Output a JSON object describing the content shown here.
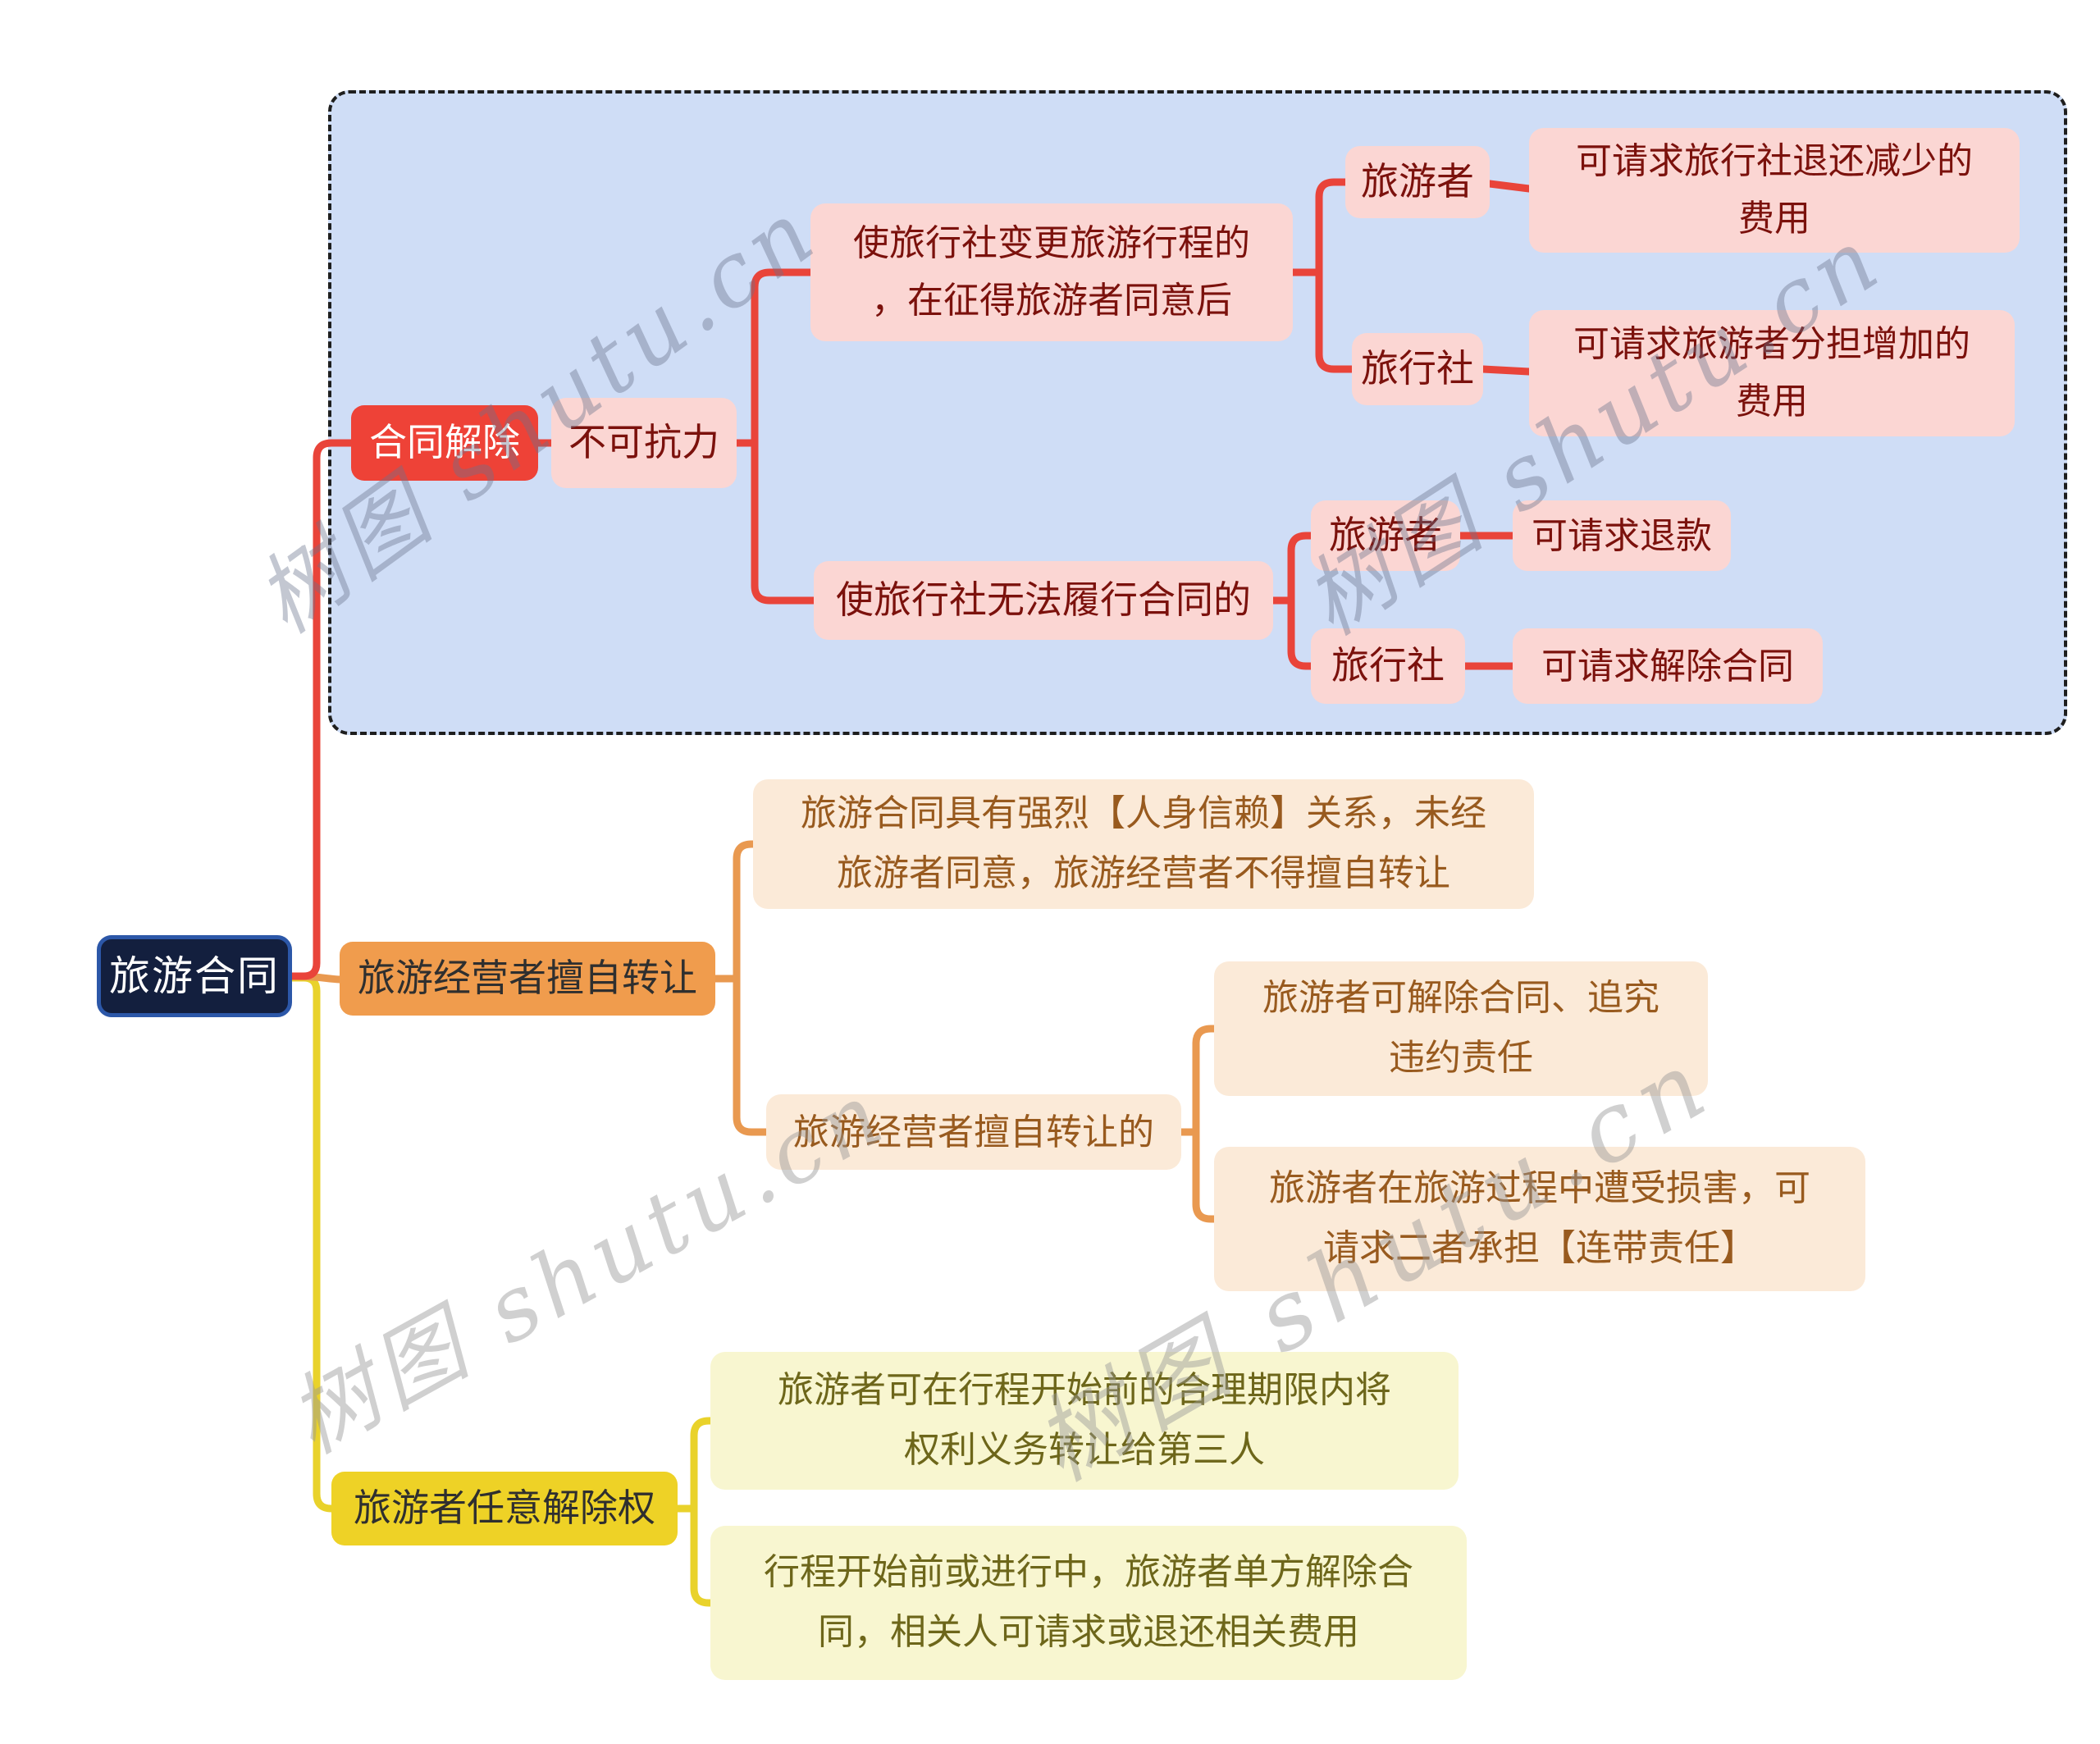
{
  "watermark": {
    "text": "树图 shutu.cn"
  },
  "colors": {
    "container_fill": "#cfddf6",
    "container_border": "#1e1e1e",
    "root_fill": "#131f3e",
    "root_border": "#2c57a8",
    "branch1_line": "#e9443a",
    "branch1_node_fill": "#ee4237",
    "branch1_leaf_fill": "#fbd6d3",
    "branch1_text": "#7b110c",
    "branch2_line": "#e99950",
    "branch2_node_fill": "#f09c4d",
    "branch2_leaf_fill": "#fbead8",
    "branch2_text": "#985a1e",
    "branch3_line": "#e9d22b",
    "branch3_node_fill": "#eed226",
    "branch3_leaf_fill": "#f8f6d0",
    "branch3_text": "#6d661a"
  },
  "root": {
    "label": "旅游合同"
  },
  "branch1": {
    "label": "合同解除",
    "force_majeure": {
      "label": "不可抗力",
      "change": {
        "lines": [
          "使旅行社变更旅游行程的",
          "，在征得旅游者同意后"
        ],
        "tourist": {
          "label": "旅游者",
          "result_lines": [
            "可请求旅行社退还减少的",
            "费用"
          ]
        },
        "agency": {
          "label": "旅行社",
          "result_lines": [
            "可请求旅游者分担增加的",
            "费用"
          ]
        }
      },
      "unable": {
        "label": "使旅行社无法履行合同的",
        "tourist": {
          "label": "旅游者",
          "result": "可请求退款"
        },
        "agency": {
          "label": "旅行社",
          "result": "可请求解除合同"
        }
      }
    }
  },
  "branch2": {
    "label": "旅游经营者擅自转让",
    "note_lines": [
      "旅游合同具有强烈【人身信赖】关系，未经",
      "旅游者同意，旅游经营者不得擅自转让"
    ],
    "case": {
      "label": "旅游经营者擅自转让的",
      "result1_lines": [
        "旅游者可解除合同、追究",
        "违约责任"
      ],
      "result2_lines": [
        "旅游者在旅游过程中遭受损害，可",
        "请求二者承担【连带责任】"
      ]
    }
  },
  "branch3": {
    "label": "旅游者任意解除权",
    "result1_lines": [
      "旅游者可在行程开始前的合理期限内将",
      "权利义务转让给第三人"
    ],
    "result2_lines": [
      "行程开始前或进行中，旅游者单方解除合",
      "同，相关人可请求或退还相关费用"
    ]
  }
}
